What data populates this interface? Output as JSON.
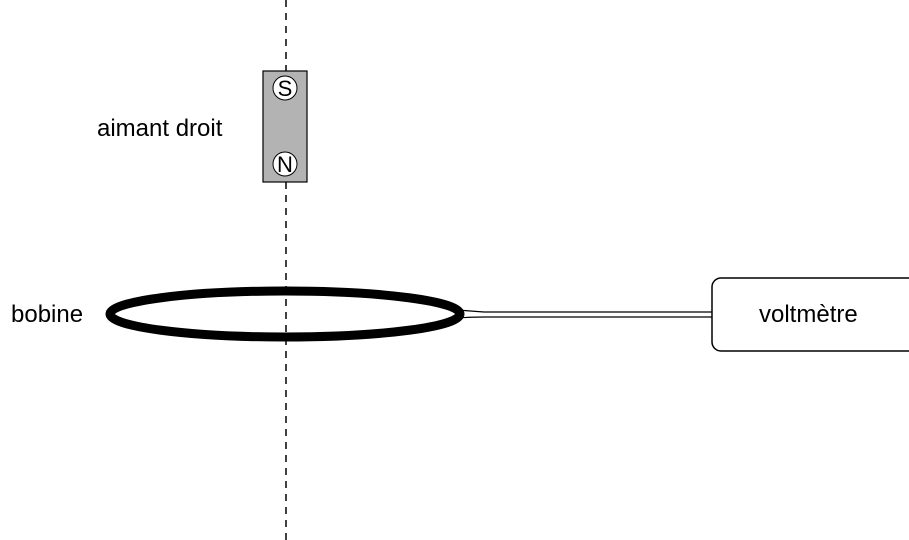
{
  "labels": {
    "magnet": "aimant droit",
    "coil": "bobine",
    "voltmeter": "voltmètre"
  },
  "magnet": {
    "pole_top": "S",
    "pole_bottom": "N",
    "fill_color": "#b3b3b3"
  },
  "colors": {
    "line": "#000000",
    "background": "#ffffff"
  }
}
